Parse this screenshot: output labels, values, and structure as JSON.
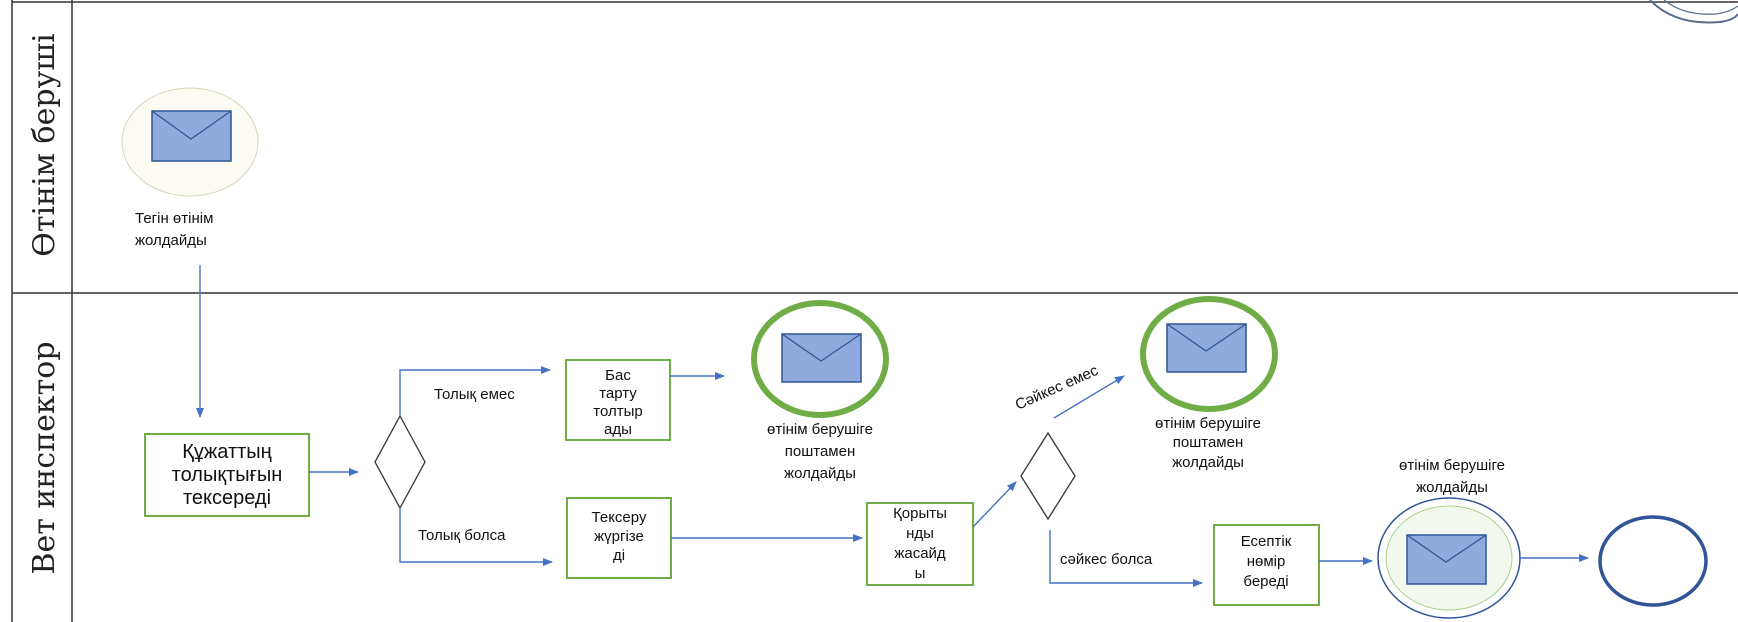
{
  "lanes": {
    "applicant": "Өтінім беруші",
    "inspector": "Вет инспектор"
  },
  "nodes": {
    "start_label": [
      "Тегін өтінім",
      "жолдайды"
    ],
    "check_docs": [
      "Құжаттың",
      "толықтығын",
      "тексереді"
    ],
    "refusal": [
      "Бас",
      "тарту",
      "толтыр",
      "ады"
    ],
    "mail_refusal_label": [
      "өтінім берушіге",
      "поштамен",
      "жолдайды"
    ],
    "inspection": [
      "Тексеру",
      "жүргізе",
      "ді"
    ],
    "conclusion": [
      "Қорыты",
      "нды",
      "жасайд",
      "ы"
    ],
    "mail_mismatch_label": [
      "өтінім берушіге",
      "поштамен",
      "жолдайды"
    ],
    "report_number": [
      "Есептік",
      "нөмір",
      "береді"
    ],
    "final_mail_label": [
      "өтінім берушіге",
      "жолдайды"
    ]
  },
  "edges": {
    "incomplete": "Толық емес",
    "complete": "Толық болса",
    "not_match": "Сәйкес емес",
    "match": "сәйкес болса"
  },
  "colors": {
    "task_border": "#70ad47",
    "flow": "#4472c4",
    "envelope": "#8faadc",
    "end_event": "#2f5597"
  }
}
